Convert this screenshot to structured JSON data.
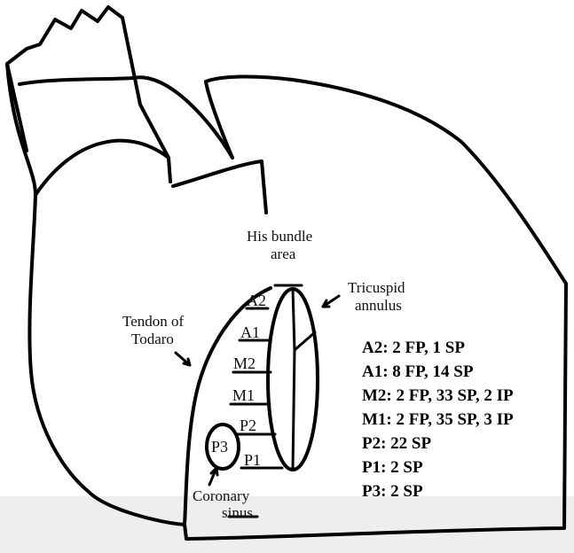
{
  "labels": {
    "his_bundle_line1": "His bundle",
    "his_bundle_line2": "area",
    "tricuspid_line1": "Tricuspid",
    "tricuspid_line2": "annulus",
    "tendon_line1": "Tendon of",
    "tendon_line2": "Todaro",
    "coronary_line1": "Coronary",
    "coronary_line2": "sinus"
  },
  "zones": {
    "a2": "A2",
    "a1": "A1",
    "m2": "M2",
    "m1": "M1",
    "p2": "P2",
    "p1": "P1",
    "p3": "P3"
  },
  "summary": [
    "A2: 2 FP, 1 SP",
    "A1: 8 FP, 14 SP",
    "M2: 2 FP, 33 SP, 2 IP",
    "M1: 2 FP, 35 SP, 3 IP",
    "P2: 22 SP",
    "P1: 2 SP",
    "P3: 2 SP"
  ]
}
